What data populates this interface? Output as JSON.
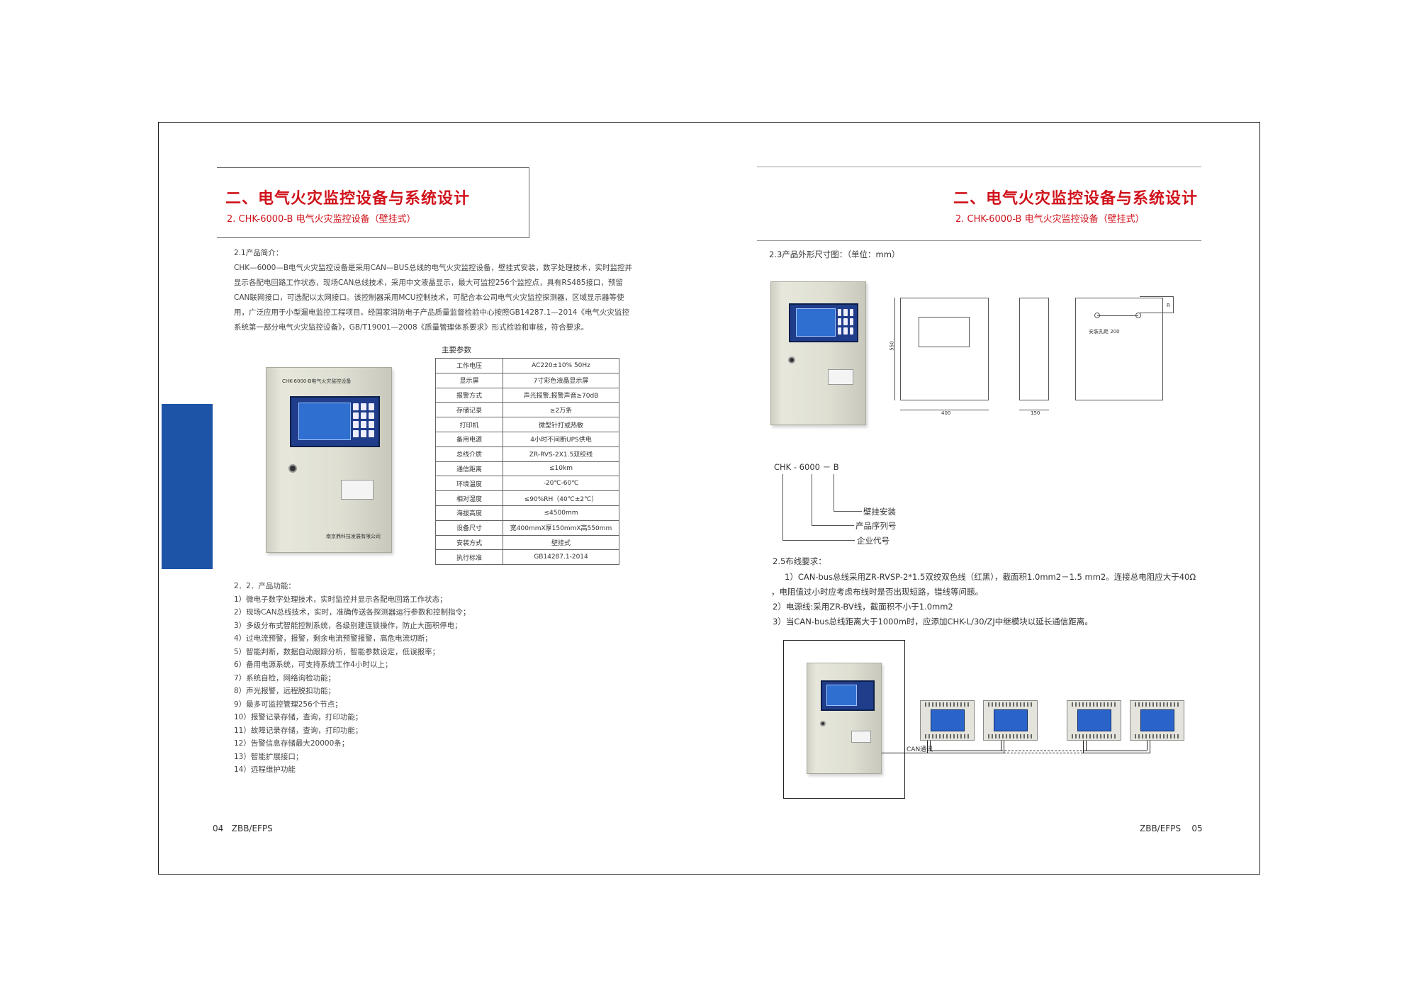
{
  "left_page": {
    "title": "二、电气火灾监控设备与系统设计",
    "subtitle": "2. CHK-6000-B 电气火灾监控设备（壁挂式）",
    "intro_heading": "2.1产品简介：",
    "intro_lines": [
      "CHK—6000—B电气火灾监控设备是采用CAN—BUS总线的电气火灾监控设备，壁挂式安装，数字处理技术，实时监控并",
      "显示各配电回路工作状态，现场CAN总线技术，采用中文液晶显示，最大可监控256个监控点，具有RS485接口，预留",
      "CAN联网接口，可选配以太网接口。该控制器采用MCU控制技术，可配合本公司电气火灾监控探测器，区域显示器等使",
      "用，广泛应用于小型漏电监控工程项目。经国家消防电子产品质量监督检验中心按照GB14287.1—2014《电气火灾监控",
      "系统第一部分电气火灾监控设备》，GB/T19001—2008《质量管理体系要求》形式检验和审核，符合要求。"
    ],
    "device_label": "CHK-6000-B电气火灾监控设备",
    "device_maker": "南京鼎科技发展有限公司",
    "params_title": "主要参数",
    "params": [
      [
        "工作电压",
        "AC220±10% 50Hz"
      ],
      [
        "显示屏",
        "7寸彩色液晶显示屏"
      ],
      [
        "报警方式",
        "声光报警,报警声音≥70dB"
      ],
      [
        "存储记录",
        "≥2万条"
      ],
      [
        "打印机",
        "微型针打或热敏"
      ],
      [
        "备用电源",
        "4小时不间断UPS供电"
      ],
      [
        "总线介质",
        "ZR-RVS-2X1.5双绞线"
      ],
      [
        "通信距离",
        "≤10km"
      ],
      [
        "环境温度",
        "-20℃-60℃"
      ],
      [
        "相对湿度",
        "≤90%RH（40℃±2℃）"
      ],
      [
        "海拔高度",
        "≤4500mm"
      ],
      [
        "设备尺寸",
        "宽400mmX厚150mmX高550mm"
      ],
      [
        "安装方式",
        "壁挂式"
      ],
      [
        "执行标准",
        "GB14287.1-2014"
      ]
    ],
    "func_heading": "2．2．产品功能：",
    "functions": [
      "1）微电子数字处理技术，实时监控并显示各配电回路工作状态；",
      "2）现场CAN总线技术，实时，准确传送各探测器运行参数和控制指令；",
      "3）多级分布式智能控制系统，各级别建连锁操作，防止大面积停电；",
      "4）过电流预警，报警，剩余电流预警报警，高危电流切断；",
      "5）智能判断，数据自动跟踪分析，智能参数设定，低误报率；",
      "6）备用电源系统，可支持系统工作4小时以上；",
      "7）系统自检，网络询检功能；",
      "8）声光报警，远程脱扣功能；",
      "9）最多可监控管理256个节点；",
      "10）报警记录存储，查询，打印功能；",
      "11）故障记录存储，查询，打印功能；",
      "12）告警信息存储最大20000条；",
      "13）智能扩展接口；",
      "14）远程维护功能"
    ],
    "footer_page": "04",
    "footer_brand": "ZBB/EFPS"
  },
  "right_page": {
    "title": "二、电气火灾监控设备与系统设计",
    "subtitle": "2. CHK-6000-B 电气火灾监控设备（壁挂式）",
    "dims_heading": "2.3产品外形尺寸图：（单位：mm）",
    "dims": {
      "height": "550",
      "width": "400",
      "depth": "150",
      "hole_spacing": "200",
      "mount_label": "安装孔距",
      "radius": "R"
    },
    "model_code": "CHK - 6000 －  B",
    "model_parts": [
      "壁挂安装",
      "产品序列号",
      "企业代号"
    ],
    "wiring_heading": "2.5布线要求：",
    "wiring": [
      "1）CAN-bus总线采用ZR-RVSP-2*1.5双绞双色线（红黑），截面积1.0mm2－1.5 mm2。连接总电阻应大于40Ω",
      "，电阻值过小时应考虑布线时是否出现短路，错线等问题。",
      "2）电源线:采用ZR-BV线，截面积不小于1.0mm2",
      "3）当CAN-bus总线距离大于1000m时，应添加CHK-L/30/ZJ中继模块以延长通信距离。"
    ],
    "can_label": "CAN通讯",
    "footer_page": "05",
    "footer_brand": "ZBB/EFPS"
  },
  "colors": {
    "accent_red": "#d0121b",
    "side_blue": "#1d54a8"
  }
}
